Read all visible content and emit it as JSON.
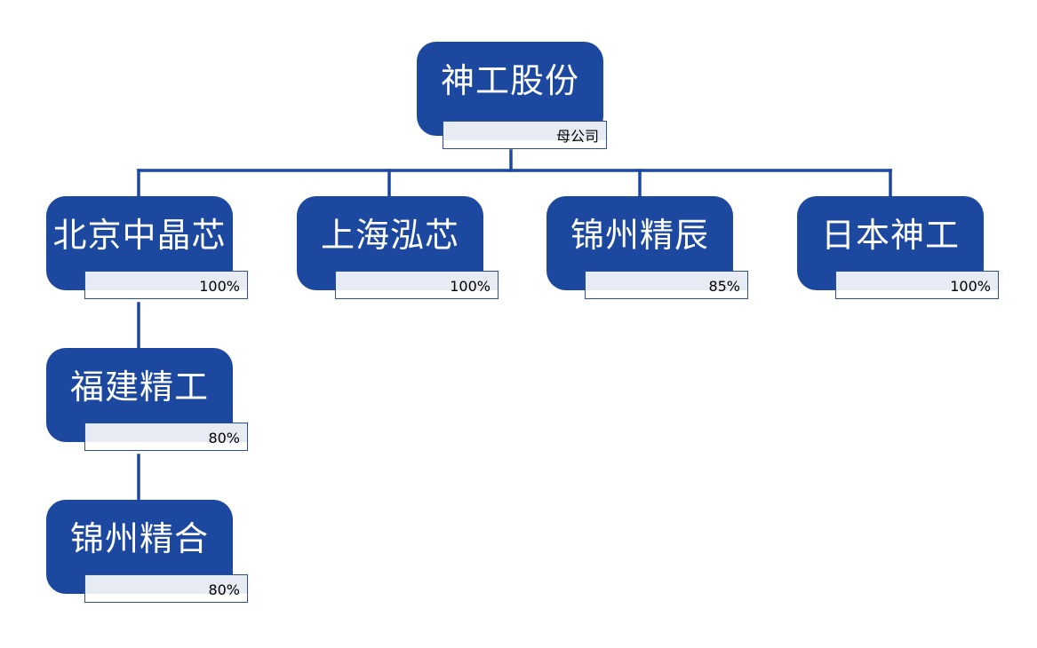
{
  "colors": {
    "node_fill": "#1c48a0",
    "node_text": "#ffffff",
    "connector": "#1c48a0",
    "tag_border": "#2d4f9a",
    "tag_band": "#e6ebf4"
  },
  "nodes": [
    {
      "id": "shengong",
      "name": "神工股份",
      "tag": "母公司"
    },
    {
      "id": "beijing",
      "name": "北京中晶芯",
      "tag": "100%"
    },
    {
      "id": "shanghai",
      "name": "上海泓芯",
      "tag": "100%"
    },
    {
      "id": "jinzhou-jingchen",
      "name": "锦州精辰",
      "tag": "85%"
    },
    {
      "id": "japan",
      "name": "日本神工",
      "tag": "100%"
    },
    {
      "id": "fujian",
      "name": "福建精工",
      "tag": "80%"
    },
    {
      "id": "jinzhou-jinghe",
      "name": "锦州精合",
      "tag": "80%"
    }
  ],
  "edges": [
    {
      "from": "shengong",
      "to": "beijing"
    },
    {
      "from": "shengong",
      "to": "shanghai"
    },
    {
      "from": "shengong",
      "to": "jinzhou-jingchen"
    },
    {
      "from": "shengong",
      "to": "japan"
    },
    {
      "from": "beijing",
      "to": "fujian"
    },
    {
      "from": "fujian",
      "to": "jinzhou-jinghe"
    }
  ]
}
